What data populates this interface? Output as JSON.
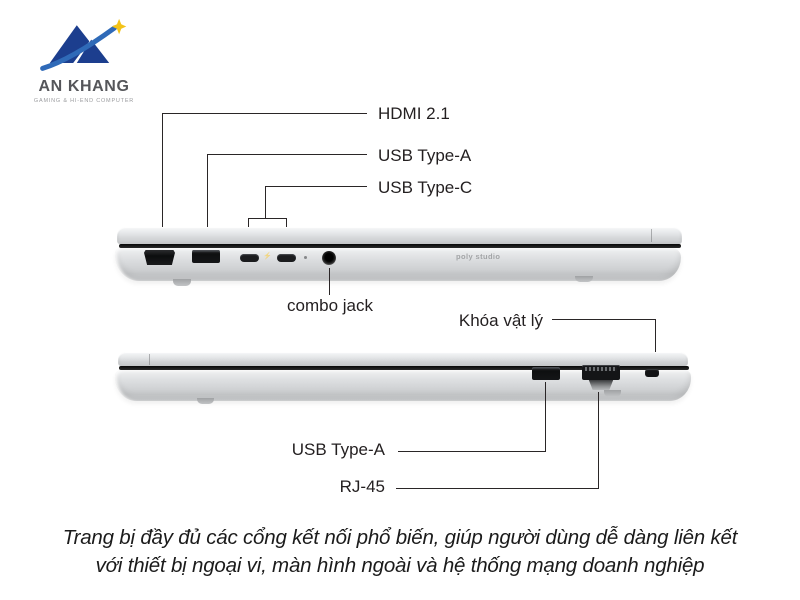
{
  "brand": {
    "name": "AN KHANG",
    "tagline": "GAMING & HI-END COMPUTER"
  },
  "callouts": {
    "hdmi": "HDMI 2.1",
    "usb_a_top": "USB Type-A",
    "usb_c": "USB Type-C",
    "combo_jack": "combo jack",
    "lock": "Khóa vật lý",
    "usb_a_bottom": "USB Type-A",
    "rj45": "RJ-45"
  },
  "laptop": {
    "left_view_brand_text": "poly studio",
    "left_view_ports": [
      "HDMI 2.1",
      "USB Type-A",
      "USB Type-C",
      "USB Type-C",
      "combo jack"
    ],
    "right_view_ports": [
      "USB Type-A",
      "RJ-45",
      "Kensington lock slot"
    ]
  },
  "caption": {
    "line1": "Trang bị đầy đủ các cổng kết nối phổ biến, giúp người dùng dễ dàng liên kết",
    "line2": "với thiết bị ngoại vi, màn hình ngoài và hệ thống mạng doanh nghiệp"
  },
  "colors": {
    "logo_navy": "#1c3e8e",
    "logo_blue": "#2f6ab8",
    "logo_star": "#f3c319",
    "label_text": "#231f20",
    "laptop_silver": "#d8dadc"
  }
}
